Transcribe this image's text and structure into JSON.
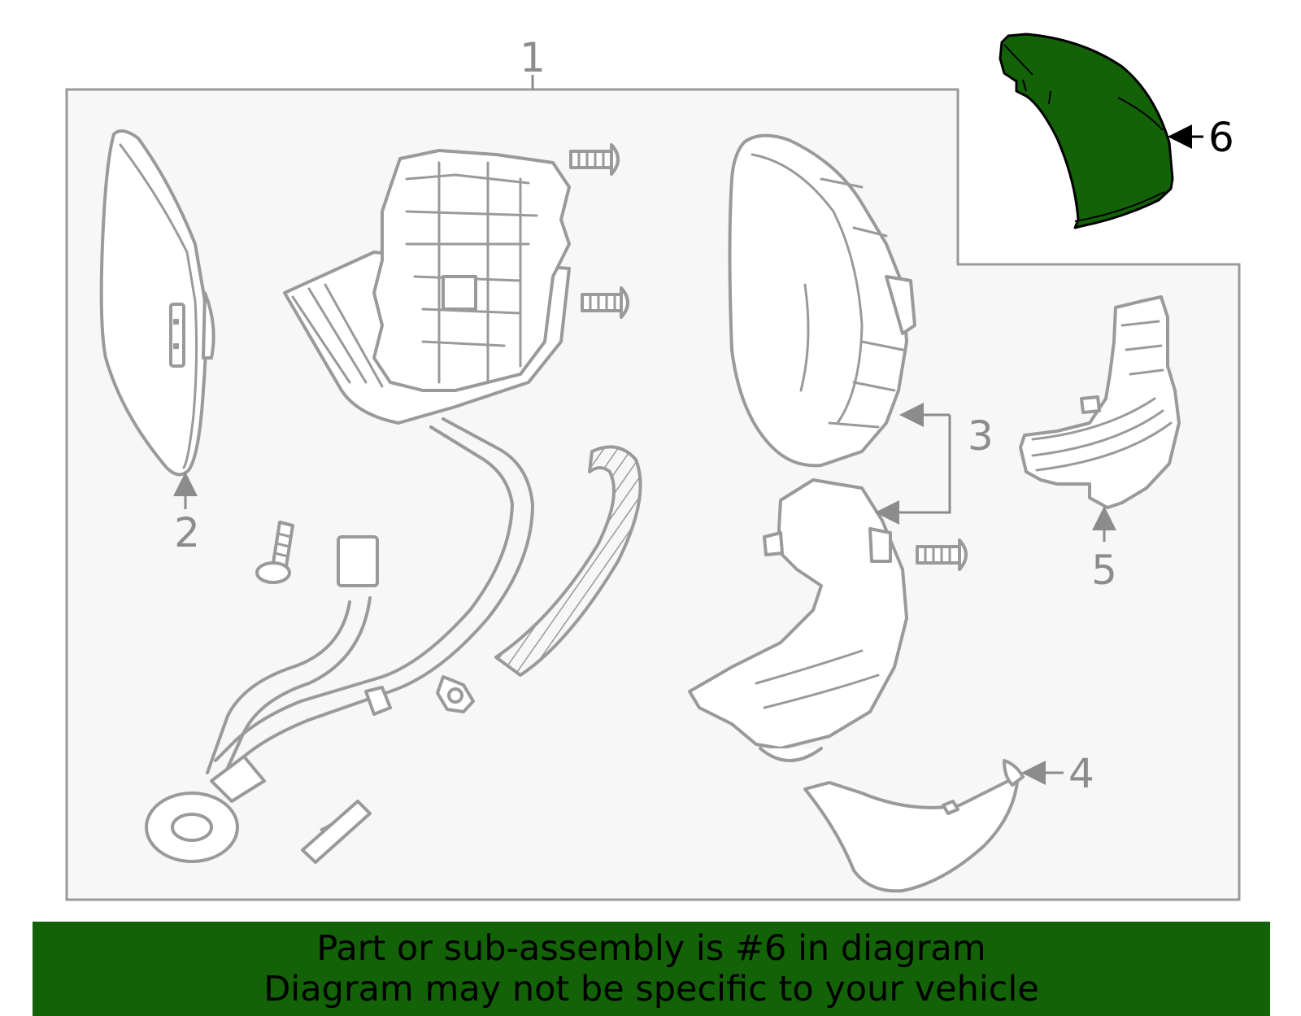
{
  "diagram": {
    "callouts": {
      "c1": "1",
      "c2": "2",
      "c3": "3",
      "c4": "4",
      "c5": "5",
      "c6": "6"
    },
    "highlighted_part": "6",
    "colors": {
      "highlight_fill": "#136207",
      "outline": "#9a9a9a",
      "panel_background": "#f7f7f7"
    }
  },
  "banner": {
    "line1": "Part or sub-assembly is #6 in diagram",
    "line2": "Diagram may not be specific to your vehicle"
  }
}
